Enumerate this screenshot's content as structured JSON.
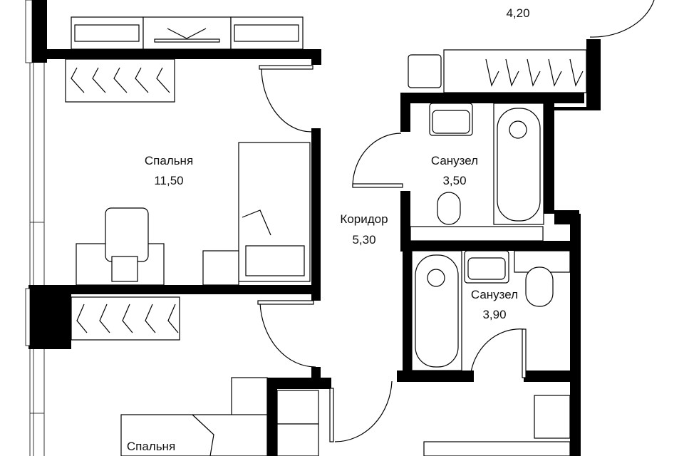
{
  "plan": {
    "rooms": [
      {
        "name": "Спальня",
        "area": "11,50"
      },
      {
        "name": "Коридор",
        "area": "5,30"
      },
      {
        "name": "Санузел",
        "area": "3,50"
      },
      {
        "name": "Санузел",
        "area": "3,90"
      },
      {
        "name": "Спальня"
      }
    ],
    "top_area": "4,20",
    "colors": {
      "wall": "#000000",
      "background": "#ffffff"
    }
  }
}
